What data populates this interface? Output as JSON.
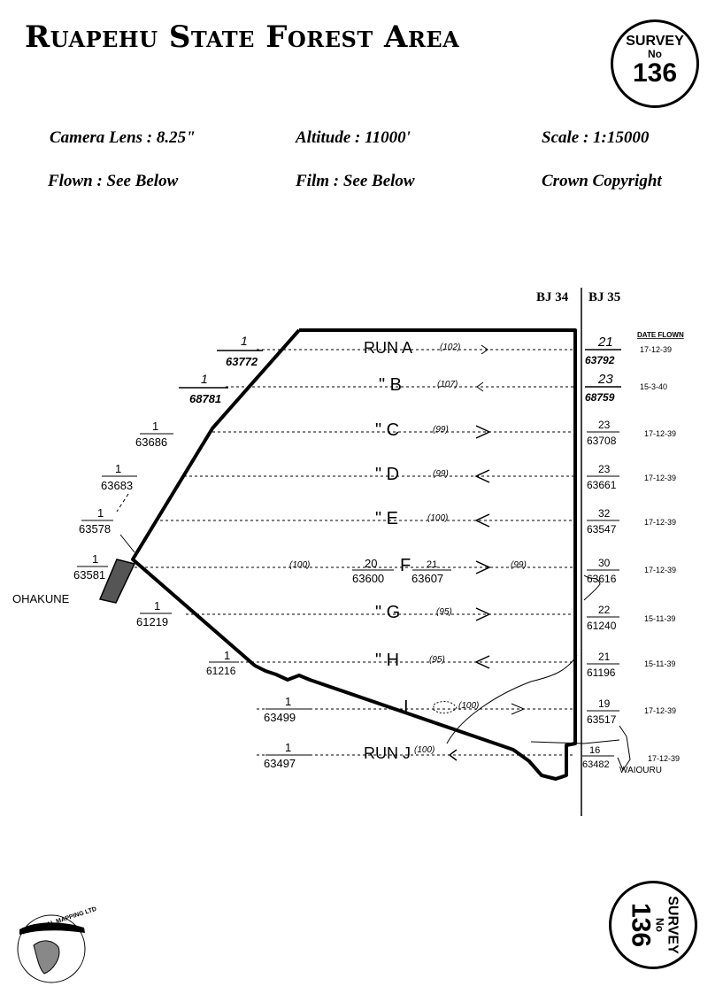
{
  "header": {
    "title": "Ruapehu State Forest Area",
    "camera": "Camera Lens : 8.25\"",
    "altitude": "Altitude : 11000'",
    "scale": "Scale : 1:15000",
    "flown": "Flown : See Below",
    "film": "Film : See Below",
    "copyright": "Crown Copyright"
  },
  "survey_badge": {
    "word": "SURVEY",
    "no": "No",
    "number": "136"
  },
  "map": {
    "sheet_left": "BJ 34",
    "sheet_right": "BJ 35",
    "date_heading": "DATE FLOWN",
    "town_left": "OHAKUNE",
    "town_right": "WAIOURU",
    "runs": [
      {
        "label": "RUN A",
        "count": "(102)",
        "right_frame": "21",
        "right_film": "63792",
        "date": "17-12-39",
        "left_frame": "1",
        "left_film": "63772"
      },
      {
        "label": "\" B",
        "count": "(107)",
        "right_frame": "23",
        "right_film": "68759",
        "date": "15-3-40",
        "left_frame": "1",
        "left_film": "68781"
      },
      {
        "label": "\" C",
        "count": "(99)",
        "right_frame": "23",
        "right_film": "63708",
        "date": "17-12-39",
        "left_frame": "1",
        "left_film": "63686"
      },
      {
        "label": "\" D",
        "count": "(99)",
        "right_frame": "23",
        "right_film": "63661",
        "date": "17-12-39",
        "left_frame": "1",
        "left_film": "63683"
      },
      {
        "label": "\" E",
        "count": "(100)",
        "right_frame": "32",
        "right_film": "63547",
        "date": "17-12-39",
        "left_frame": "1",
        "left_film": "63578"
      },
      {
        "label": "F",
        "count": "(100)",
        "count2": "(99)",
        "right_frame": "30",
        "right_film": "63616",
        "date": "17-12-39",
        "left_frame": "1",
        "left_film": "63581",
        "mid1_frame": "20",
        "mid1_film": "63600",
        "mid2_frame": "21",
        "mid2_film": "63607"
      },
      {
        "label": "\" G",
        "count": "(95)",
        "right_frame": "22",
        "right_film": "61240",
        "date": "15-11-39",
        "left_frame": "1",
        "left_film": "61219"
      },
      {
        "label": "\" H",
        "count": "(95)",
        "right_frame": "21",
        "right_film": "61196",
        "date": "15-11-39",
        "left_frame": "1",
        "left_film": "61216"
      },
      {
        "label": "I",
        "count": "(100)",
        "right_frame": "19",
        "right_film": "63517",
        "date": "17-12-39",
        "left_frame": "1",
        "left_film": "63499"
      },
      {
        "label": "RUN J",
        "count": "(100)",
        "right_frame": "16",
        "right_film": "63482",
        "date": "17-12-39",
        "left_frame": "1",
        "left_film": "63497"
      }
    ]
  },
  "logo": {
    "text": "N.Z. AERIAL MAPPING LTD"
  }
}
